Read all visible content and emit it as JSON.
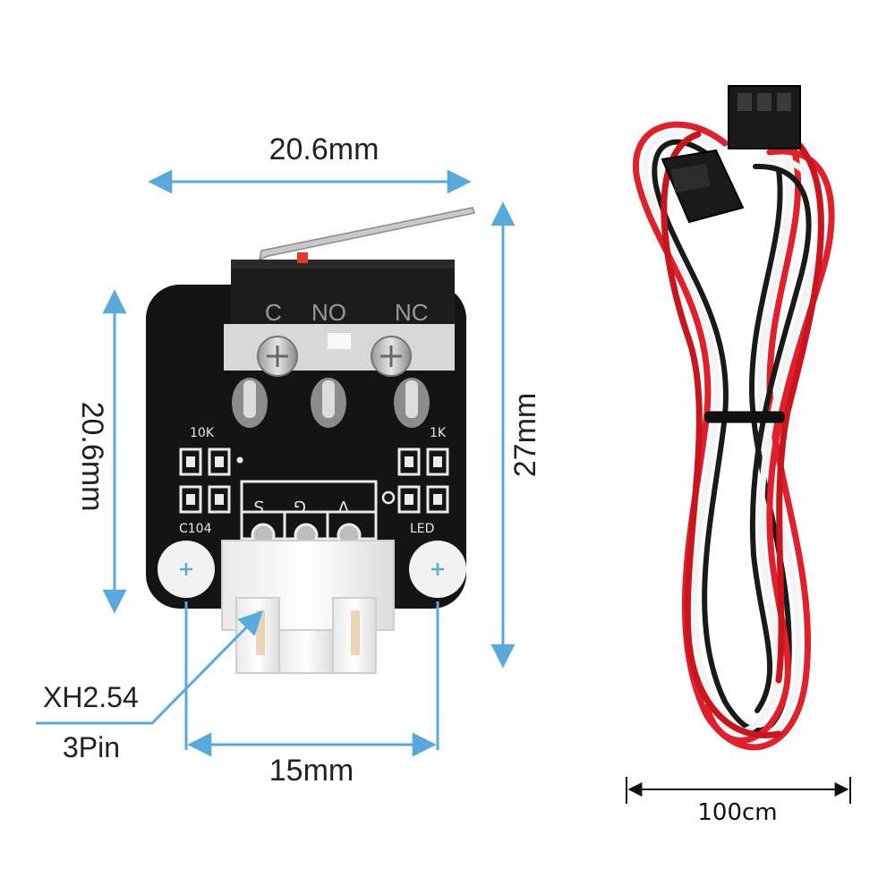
{
  "dimensions": {
    "board_width": "20.6mm",
    "board_height": "20.6mm",
    "total_height": "27mm",
    "hole_spacing": "15mm",
    "connector_type": "XH2.54",
    "connector_pins": "3Pin",
    "cable_length": "100cm"
  },
  "switch": {
    "terminal_c": "C",
    "terminal_no": "NO",
    "terminal_nc": "NC"
  },
  "board": {
    "resistor_10k": "10K",
    "resistor_1k": "1K",
    "capacitor": "C104",
    "led": "LED",
    "pin_s": "S",
    "pin_g": "G",
    "pin_v": "V"
  },
  "colors": {
    "dimension_arrow": "#5aa9dc",
    "pcb": "#141414",
    "wire_red": "#e0202a",
    "wire_white": "#f4f4f4",
    "wire_black": "#1a1a1a"
  }
}
